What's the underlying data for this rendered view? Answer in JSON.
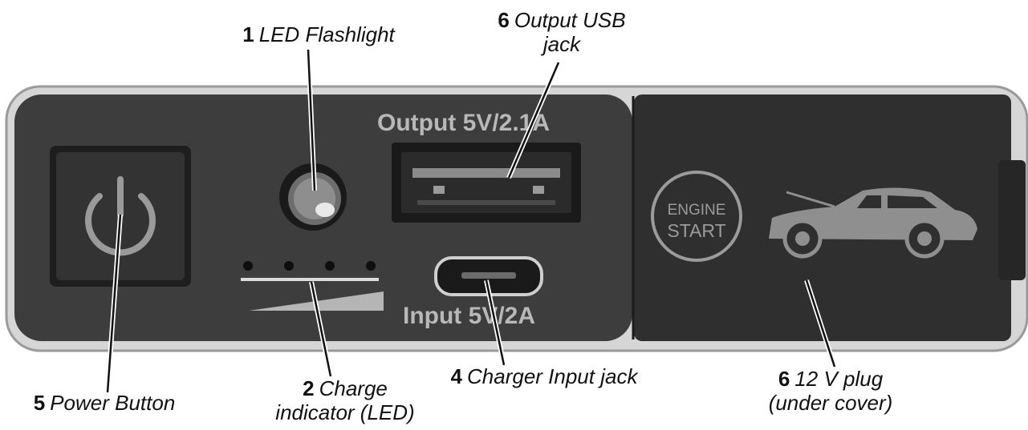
{
  "device": {
    "output_print": "Output 5V/2.1A",
    "input_print": "Input 5V/2A",
    "badge_line1": "ENGINE",
    "badge_line2": "START"
  },
  "callouts": [
    {
      "id": "led",
      "number": "1",
      "label": "LED Flashlight",
      "label2": ""
    },
    {
      "id": "usb",
      "number": "6",
      "label": "Output USB",
      "label2": "jack"
    },
    {
      "id": "power",
      "number": "5",
      "label": "Power Button",
      "label2": ""
    },
    {
      "id": "charge",
      "number": "2",
      "label": "Charge",
      "label2": "indicator (LED)"
    },
    {
      "id": "input",
      "number": "4",
      "label": "Charger Input jack",
      "label2": ""
    },
    {
      "id": "plug",
      "number": "6",
      "label": "12 V plug",
      "label2": "(under cover)"
    }
  ],
  "icons": [
    "power-icon",
    "car-icon",
    "usb-port-icon",
    "micro-usb-port-icon"
  ],
  "colors": {
    "body": "#3a3a3a",
    "cover": "#2e2e2e",
    "frame": "#c9c9c9",
    "print": "#b8b8b8"
  }
}
